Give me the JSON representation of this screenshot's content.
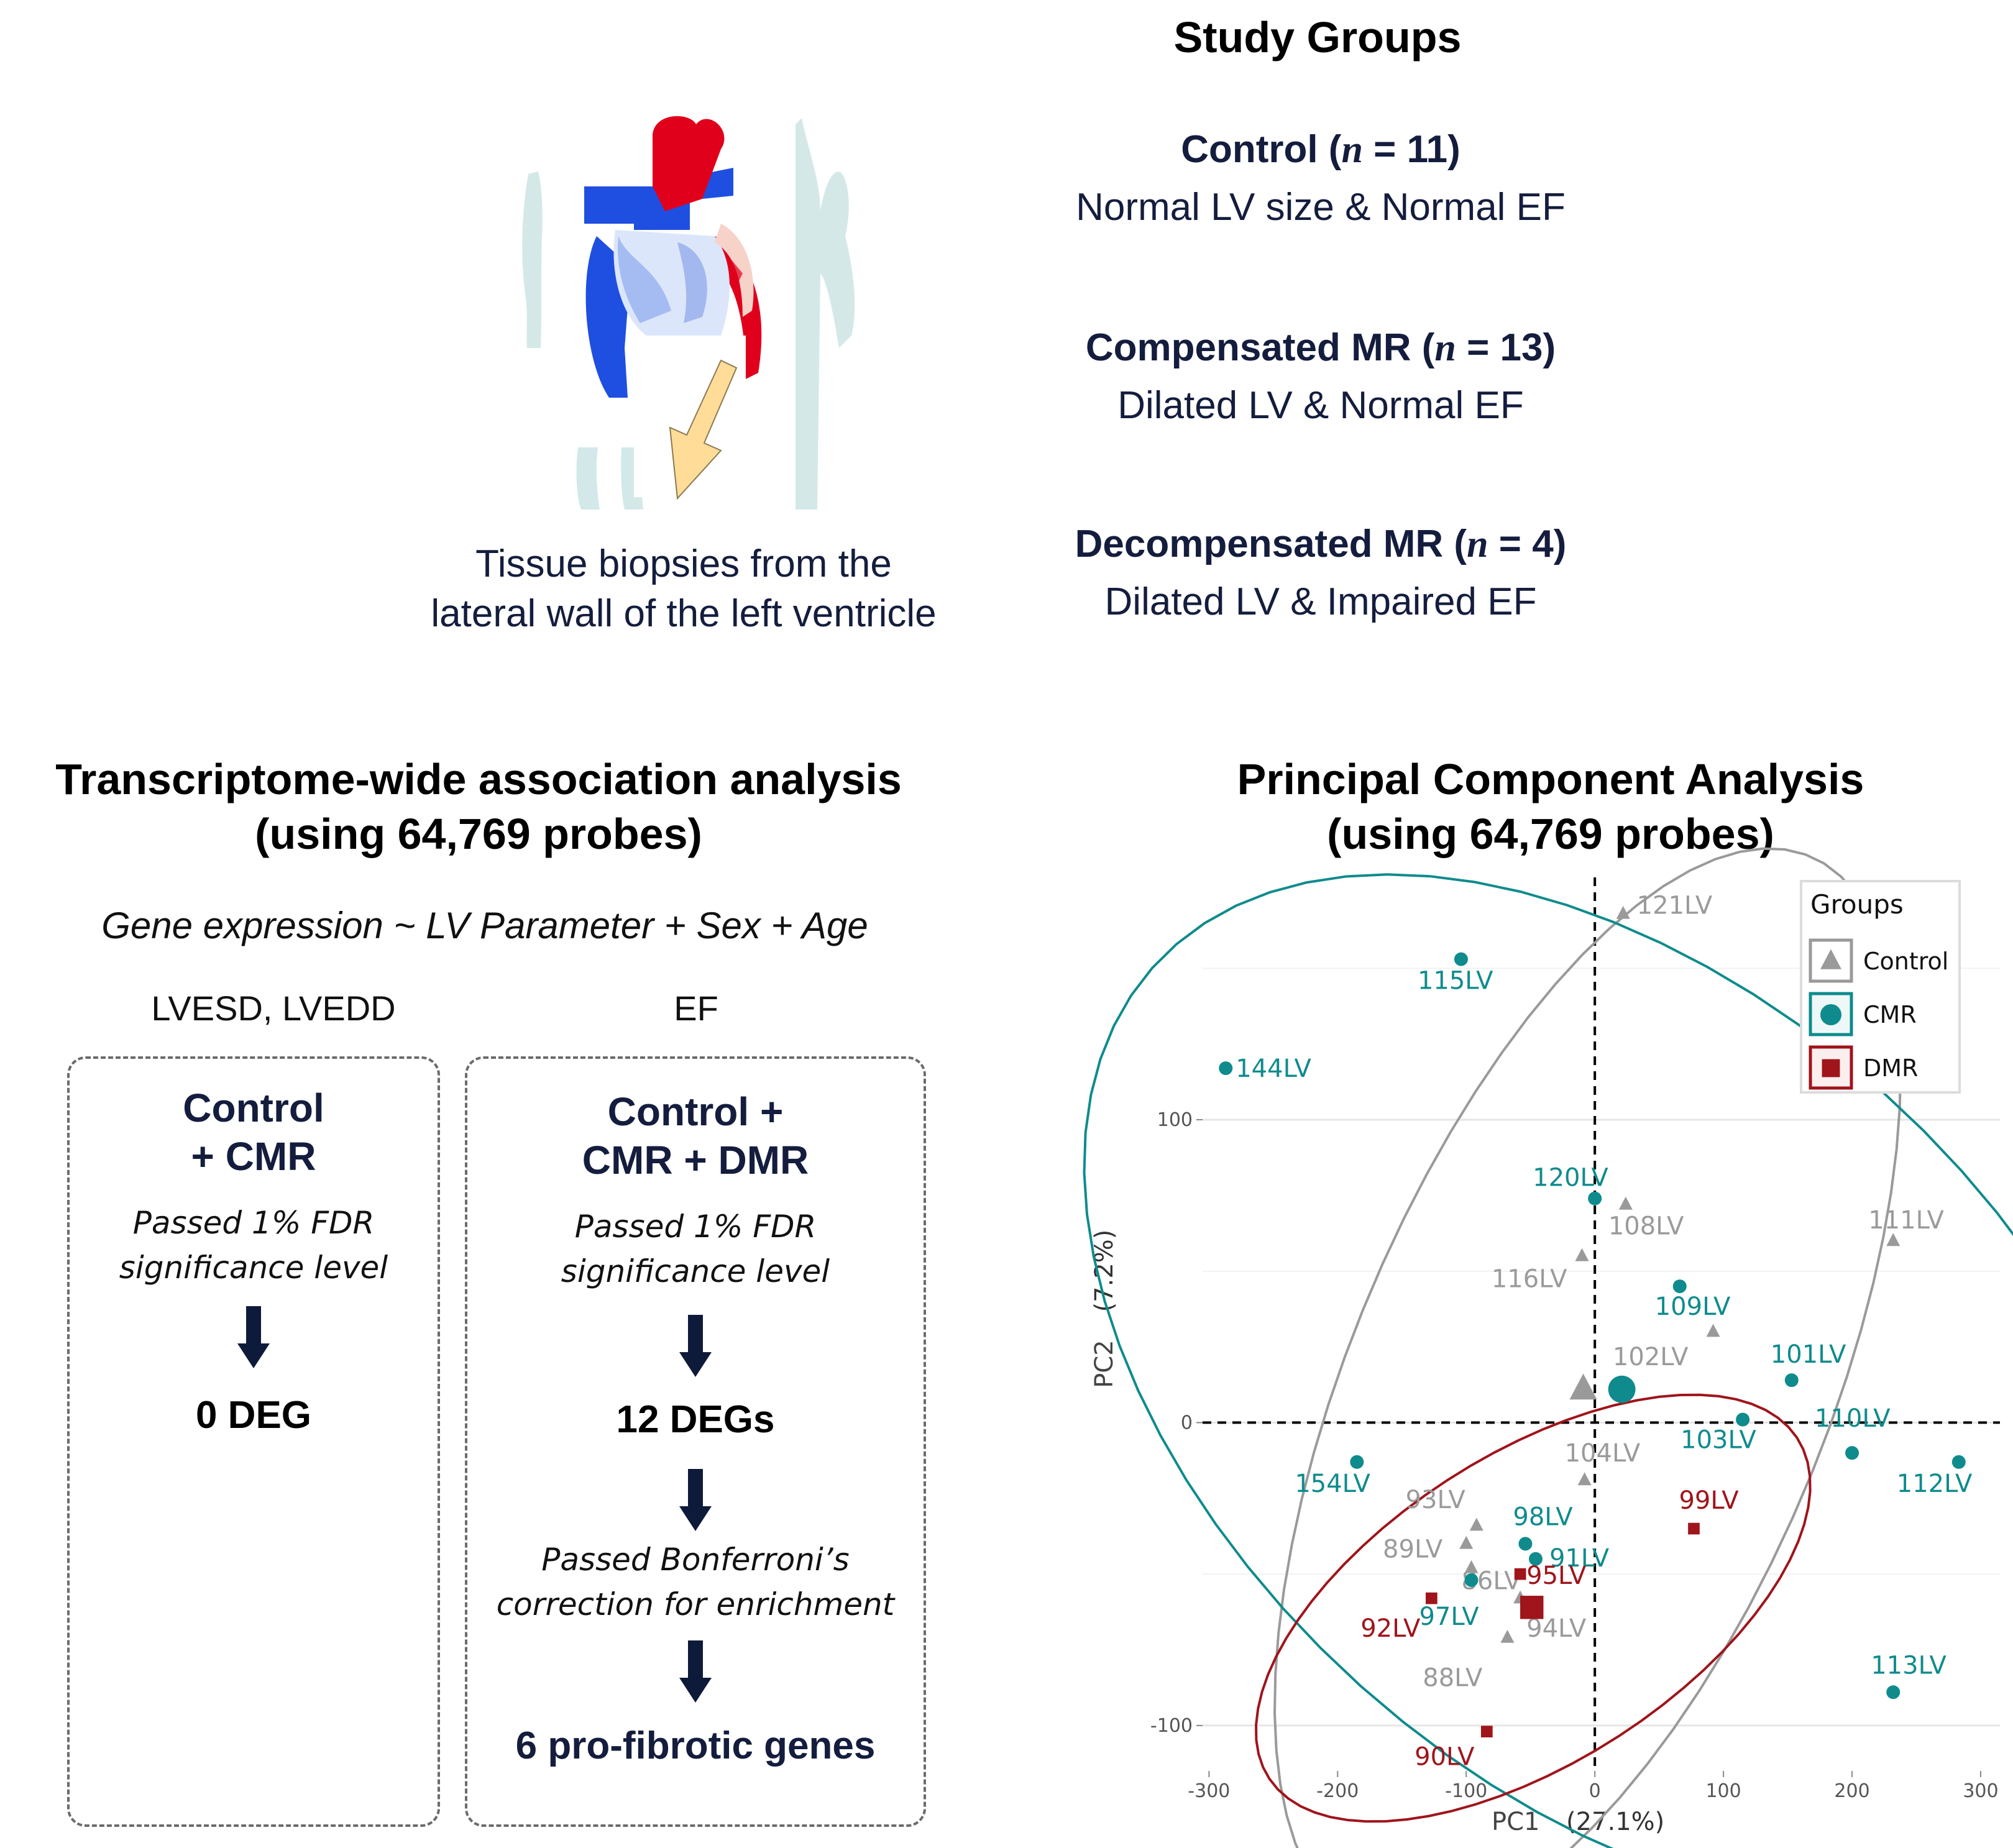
{
  "study_groups": {
    "title": "Study Groups",
    "groups": [
      {
        "name": "Control (",
        "n_symbol": "n",
        "n_value": " = 11)",
        "description": "Normal LV size & Normal EF"
      },
      {
        "name": "Compensated MR (",
        "n_symbol": "n",
        "n_value": " = 13)",
        "description": "Dilated LV & Normal EF"
      },
      {
        "name": "Decompensated MR (",
        "n_symbol": "n",
        "n_value": " = 4)",
        "description": "Dilated LV & Impaired EF"
      }
    ]
  },
  "biopsy": {
    "caption_line1": "Tissue biopsies from the",
    "caption_line2": "lateral wall of the left ventricle",
    "colors": {
      "aorta": "#e0001b",
      "vein": "#1f4fe0",
      "body": "#c9e3e3",
      "arrow": "#ffdc98"
    }
  },
  "twas": {
    "title_line1": "Transcriptome-wide association analysis",
    "title_line2": "(using 64,769 probes)",
    "formula": "Gene expression ~ LV Parameter + Sex + Age",
    "left": {
      "param": "LVESD, LVEDD",
      "head_line1": "Control",
      "head_line2": "+ CMR",
      "step1_line1": "Passed 1% FDR",
      "step1_line2": "significance level",
      "result": "0 DEG"
    },
    "right": {
      "param": "EF",
      "head_line1": "Control +",
      "head_line2": "CMR + DMR",
      "step1_line1": "Passed 1% FDR",
      "step1_line2": "significance level",
      "result1": "12 DEGs",
      "step2_line1": "Passed Bonferroni’s",
      "step2_line2": "correction for enrichment",
      "result2": "6 pro-fibrotic genes"
    }
  },
  "pca": {
    "title_line1": "Principal Component Analysis",
    "title_line2": "(using 64,769 probes)"
  },
  "chart_data": {
    "type": "scatter",
    "xlabel": "PC1",
    "xlabel_pct": "(27.1%)",
    "ylabel": "PC2",
    "ylabel_pct": "(7.2%)",
    "xlim": [
      -305,
      315
    ],
    "ylim": [
      -115,
      180
    ],
    "x_ticks": [
      -300,
      -200,
      -100,
      0,
      100,
      200,
      300
    ],
    "y_ticks": [
      -100,
      0,
      100
    ],
    "grid": true,
    "legend": {
      "title": "Groups",
      "position": "top-right"
    },
    "series": [
      {
        "name": "Control",
        "color": "#9a9a9a",
        "marker": "triangle",
        "points": [
          {
            "label": "121LV",
            "x": 22,
            "y": 168
          },
          {
            "label": "108LV",
            "x": 24,
            "y": 72
          },
          {
            "label": "111LV",
            "x": 232,
            "y": 60
          },
          {
            "label": "116LV",
            "x": -10,
            "y": 55
          },
          {
            "label": "102LV",
            "x": 92,
            "y": 30
          },
          {
            "label": "104LV",
            "x": -8,
            "y": -19
          },
          {
            "label": "93LV",
            "x": -92,
            "y": -34
          },
          {
            "label": "89LV",
            "x": -100,
            "y": -40
          },
          {
            "label": "86LV",
            "x": -96,
            "y": -48
          },
          {
            "label": "94LV",
            "x": -58,
            "y": -58
          },
          {
            "label": "88LV",
            "x": -68,
            "y": -71
          }
        ],
        "centroid": {
          "x": -9,
          "y": 11
        }
      },
      {
        "name": "CMR",
        "color": "#0f8b8d",
        "marker": "circle",
        "points": [
          {
            "label": "115LV",
            "x": -104,
            "y": 153
          },
          {
            "label": "144LV",
            "x": -287,
            "y": 117
          },
          {
            "label": "120LV",
            "x": 0,
            "y": 74
          },
          {
            "label": "109LV",
            "x": 66,
            "y": 45
          },
          {
            "label": "101LV",
            "x": 153,
            "y": 14
          },
          {
            "label": "103LV",
            "x": 115,
            "y": 1
          },
          {
            "label": "110LV",
            "x": 200,
            "y": -10
          },
          {
            "label": "112LV",
            "x": 283,
            "y": -13
          },
          {
            "label": "154LV",
            "x": -185,
            "y": -13
          },
          {
            "label": "98LV",
            "x": -54,
            "y": -40
          },
          {
            "label": "91LV",
            "x": -46,
            "y": -45
          },
          {
            "label": "97LV",
            "x": -96,
            "y": -52
          },
          {
            "label": "113LV",
            "x": 232,
            "y": -89
          }
        ],
        "centroid": {
          "x": 21,
          "y": 11
        }
      },
      {
        "name": "DMR",
        "color": "#a0141b",
        "marker": "square",
        "points": [
          {
            "label": "99LV",
            "x": 77,
            "y": -35
          },
          {
            "label": "95LV",
            "x": -58,
            "y": -50
          },
          {
            "label": "92LV",
            "x": -127,
            "y": -58
          },
          {
            "label": "90LV",
            "x": -84,
            "y": -102
          }
        ],
        "centroid": {
          "x": -49,
          "y": -61
        }
      }
    ]
  }
}
